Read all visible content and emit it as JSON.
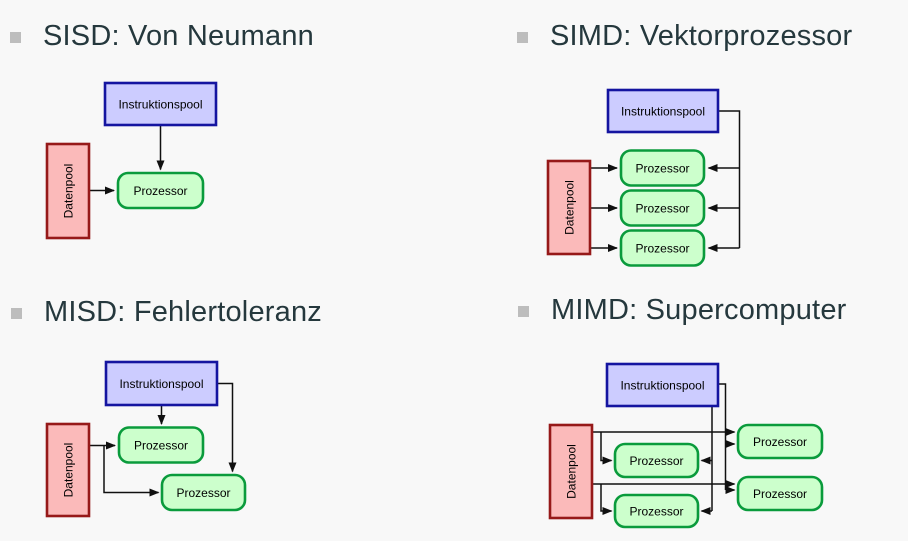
{
  "slide": {
    "background": "#f8f8f8",
    "colors": {
      "title_text": "#25383d",
      "bullet": "#bdbdbd",
      "instruction_fill": "#ccccff",
      "instruction_border": "#1414a0",
      "data_fill": "#fbbaba",
      "data_border": "#961919",
      "processor_fill": "#ccffcc",
      "processor_border": "#0a9b3c",
      "arrow": "#101010"
    },
    "labels": {
      "instruction_pool": "Instruktionspool",
      "data_pool": "Datenpool",
      "processor": "Prozessor"
    },
    "panels": [
      {
        "id": "sisd",
        "title": "SISD: Von Neumann",
        "processor_count": 1
      },
      {
        "id": "simd",
        "title": "SIMD: Vektorprozessor",
        "processor_count": 3
      },
      {
        "id": "misd",
        "title": "MISD: Fehlertoleranz",
        "processor_count": 2
      },
      {
        "id": "mimd",
        "title": "MIMD: Supercomputer",
        "processor_count": 4
      }
    ]
  }
}
